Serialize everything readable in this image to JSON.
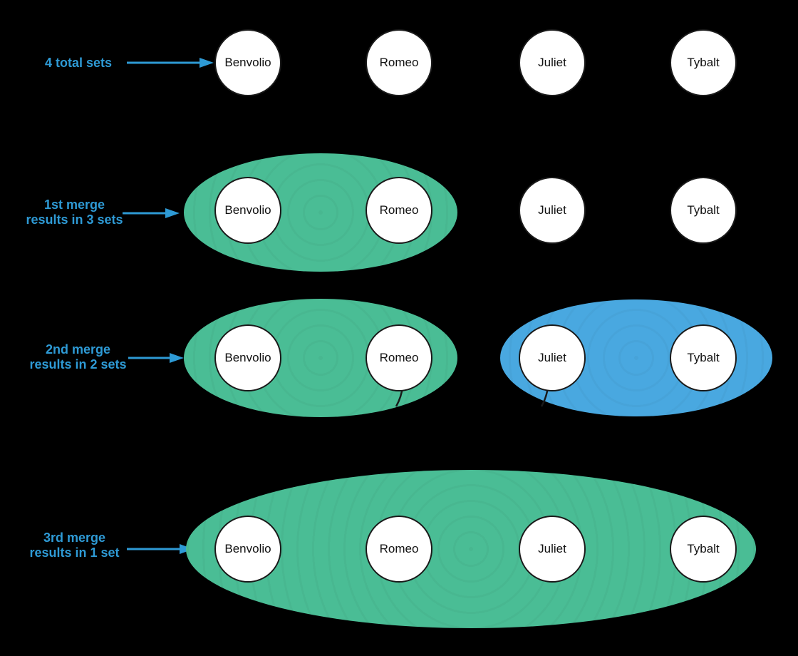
{
  "diagram": {
    "background": "#000000",
    "colors": {
      "set-green": "#4ABD95",
      "set-blue": "#49A8E0",
      "accent-blue": "#2E9AD5",
      "node-fill": "#FFFFFF",
      "node-border": "#1A1A1A"
    },
    "people": [
      "Benvolio",
      "Romeo",
      "Juliet",
      "Tybalt"
    ],
    "rows": [
      {
        "caption_lines": [
          "4 total sets"
        ],
        "groups": [
          {
            "type": "single",
            "color": "none",
            "members": [
              "Benvolio"
            ]
          },
          {
            "type": "single",
            "color": "none",
            "members": [
              "Romeo"
            ]
          },
          {
            "type": "single",
            "color": "none",
            "members": [
              "Juliet"
            ]
          },
          {
            "type": "single",
            "color": "none",
            "members": [
              "Tybalt"
            ]
          }
        ]
      },
      {
        "caption_lines": [
          "1st merge",
          "results in 3 sets"
        ],
        "groups": [
          {
            "type": "set",
            "color": "green",
            "members": [
              "Benvolio",
              "Romeo"
            ]
          },
          {
            "type": "single",
            "color": "none",
            "members": [
              "Juliet"
            ]
          },
          {
            "type": "single",
            "color": "none",
            "members": [
              "Tybalt"
            ]
          }
        ]
      },
      {
        "caption_lines": [
          "2nd merge",
          "results in 2 sets"
        ],
        "groups": [
          {
            "type": "set",
            "color": "green",
            "members": [
              "Benvolio",
              "Romeo"
            ]
          },
          {
            "type": "set",
            "color": "blue",
            "members": [
              "Juliet",
              "Tybalt"
            ]
          }
        ]
      },
      {
        "caption_lines": [
          "3rd merge",
          "results in 1 set"
        ],
        "groups": [
          {
            "type": "set",
            "color": "green",
            "members": [
              "Benvolio",
              "Romeo",
              "Juliet",
              "Tybalt"
            ]
          }
        ]
      }
    ]
  }
}
